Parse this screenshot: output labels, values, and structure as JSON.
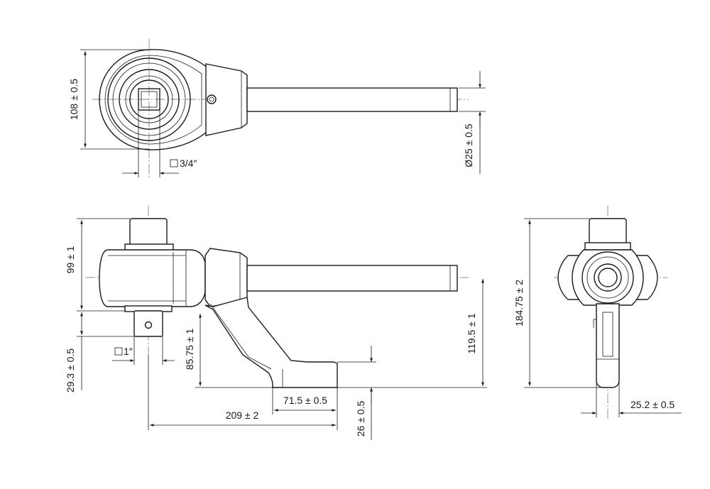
{
  "dimensions": {
    "top_height": "108 ± 0.5",
    "shaft_diameter": "Ø25 ± 0.5",
    "square_in": "3/4″",
    "front_height": "99 ± 1",
    "square_out": "1″",
    "out_drive_len": "29.3 ± 0.5",
    "reaction_depth": "85.75 ± 1",
    "centre_to_foot": "119.5 ± 1",
    "foot_length": "71.5 ± 0.5",
    "overall_length": "209 ± 2",
    "foot_height": "26 ± 0.5",
    "side_height": "184.75 ± 2",
    "arm_width": "25.2 ± 0.5"
  }
}
